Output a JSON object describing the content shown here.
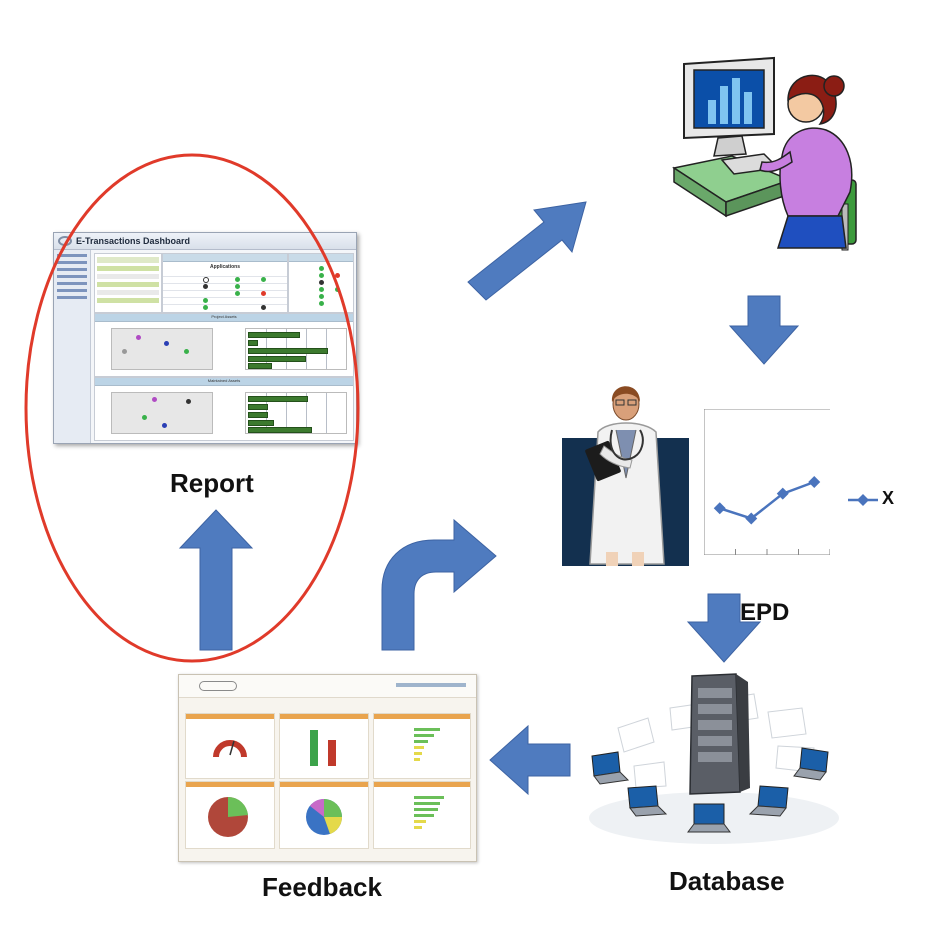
{
  "labels": {
    "report": "Report",
    "feedback": "Feedback",
    "database": "Database",
    "epd": "EPD"
  },
  "report_screenshot": {
    "window_title": "E-Transactions Dashboard",
    "panel_applications": "Applications",
    "panel_project_assets": "Project Assets",
    "panel_maintained_assets": "Maintained Assets"
  },
  "chart_data": {
    "type": "line",
    "x": [
      1,
      2,
      3,
      4
    ],
    "series": [
      {
        "name": "X",
        "values": [
          3.2,
          2.5,
          4.2,
          5.0
        ]
      }
    ],
    "title": "",
    "xlabel": "",
    "ylabel": "",
    "ylim": [
      0,
      10
    ],
    "grid": true,
    "legend": "right"
  },
  "colors": {
    "arrow_fill": "#4f7bbf",
    "arrow_stroke": "#3d63a3",
    "ellipse": "#e03a2a",
    "series": "#4a74bd"
  }
}
